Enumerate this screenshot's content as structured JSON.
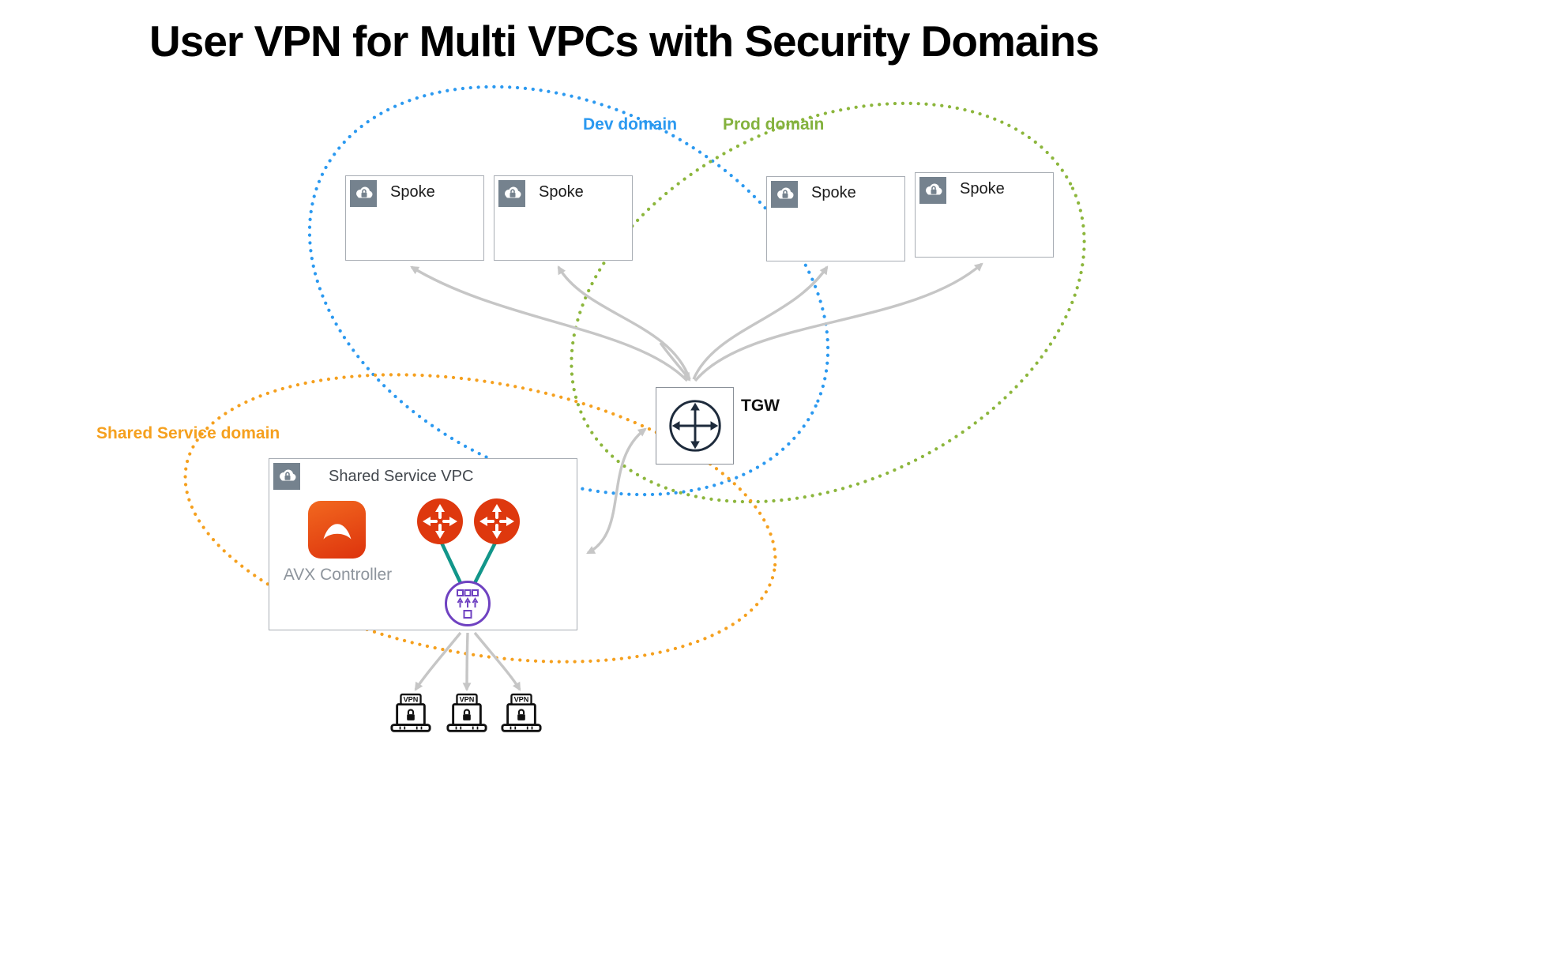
{
  "title": "User VPN for Multi VPCs with Security Domains",
  "domains": {
    "dev": {
      "label": "Dev domain",
      "color": "#2B99F0"
    },
    "prod": {
      "label": "Prod domain",
      "color": "#8CB63C"
    },
    "shared_service": {
      "label": "Shared Service domain",
      "color": "#F5A01E"
    }
  },
  "spokes": [
    {
      "label": "Spoke"
    },
    {
      "label": "Spoke"
    },
    {
      "label": "Spoke"
    },
    {
      "label": "Spoke"
    }
  ],
  "tgw": {
    "label": "TGW"
  },
  "shared_service_vpc": {
    "label": "Shared Service VPC"
  },
  "avx_controller": {
    "label": "AVX Controller"
  },
  "vpn_clients": [
    {
      "label": "VPN"
    },
    {
      "label": "VPN"
    },
    {
      "label": "VPN"
    }
  ],
  "colors": {
    "connector_gray": "#C6C6C6",
    "gateway_red": "#DE380E",
    "vpn_gateway_purple": "#6F42C1",
    "tunnel_teal": "#12968A",
    "vpc_icon_gray": "#75828E",
    "tgw_navy": "#1E2B3C"
  }
}
